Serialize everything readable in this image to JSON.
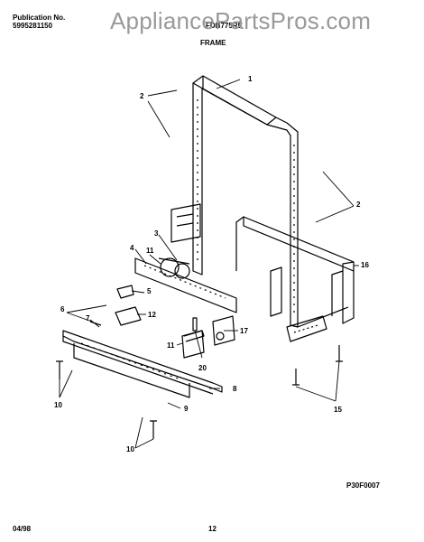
{
  "header": {
    "pub_label": "Publication No.",
    "pub_number": "5995281150",
    "model": "FDB775RE",
    "section_title": "FRAME"
  },
  "watermark": "AppliancePartsPros.com",
  "callouts": {
    "c1": "1",
    "c2a": "2",
    "c2b": "2",
    "c3": "3",
    "c4": "4",
    "c5": "5",
    "c6": "6",
    "c7": "7",
    "c8": "8",
    "c9": "9",
    "c10a": "10",
    "c10b": "10",
    "c11a": "11",
    "c11b": "11",
    "c12": "12",
    "c15": "15",
    "c16": "16",
    "c17": "17",
    "c20": "20"
  },
  "footer": {
    "date": "04/98",
    "page": "12",
    "diagram_code": "P30F0007"
  }
}
